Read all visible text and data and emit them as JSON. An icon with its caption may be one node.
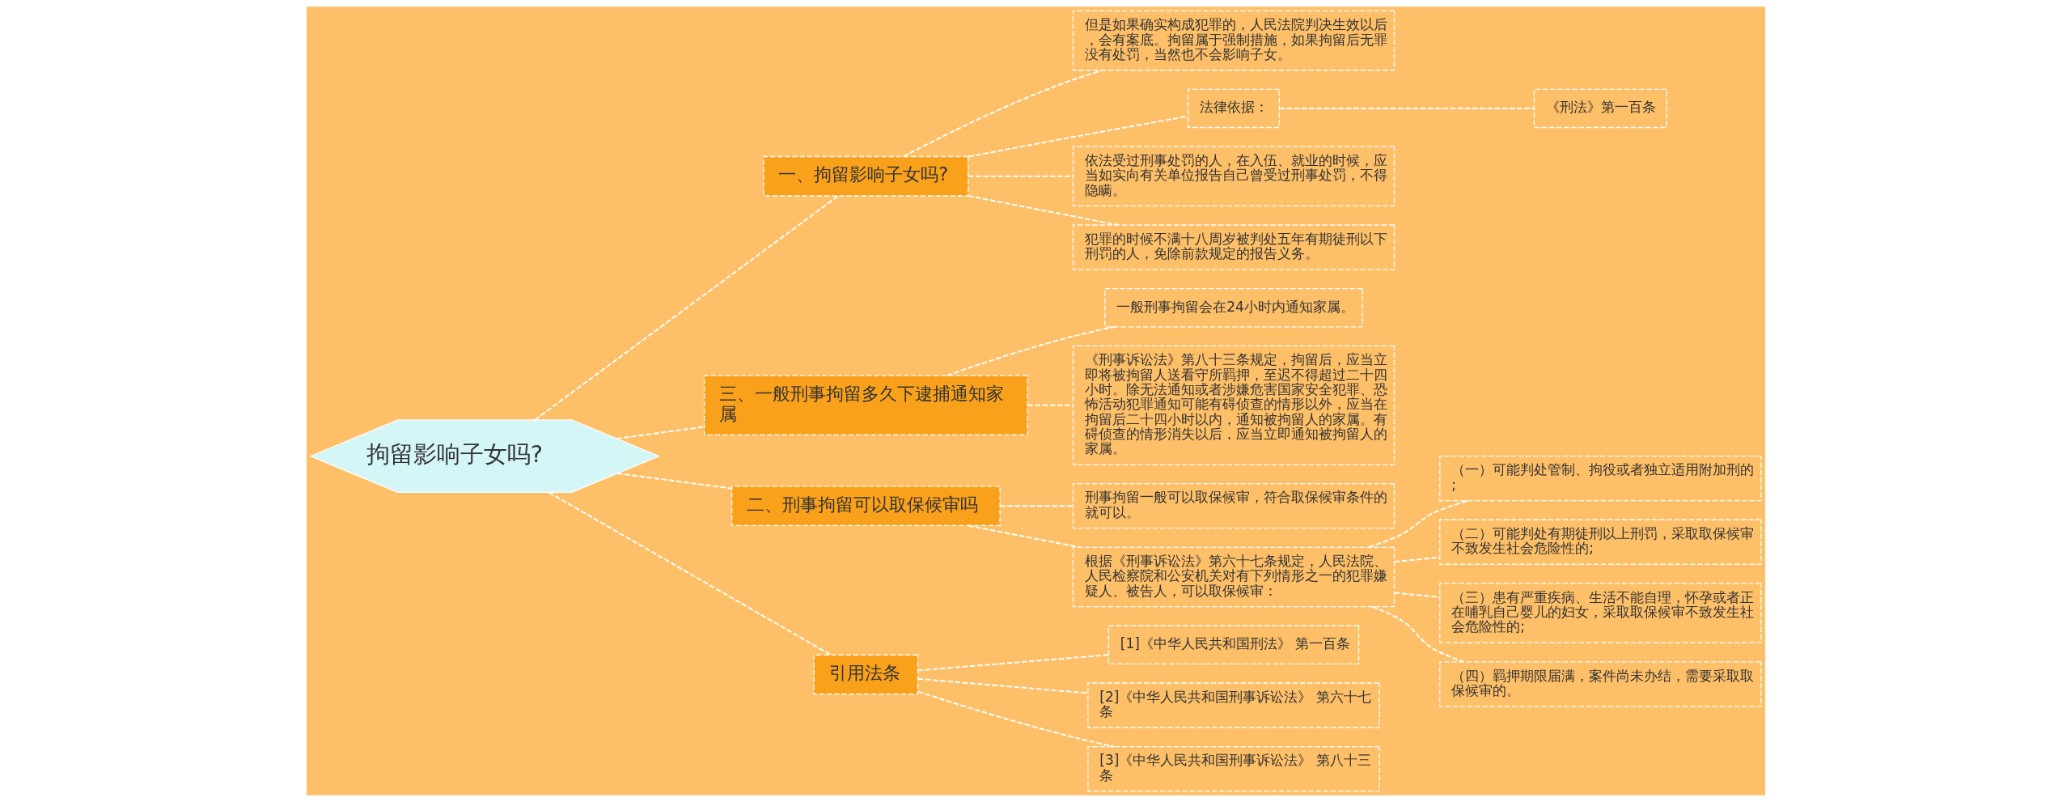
{
  "diagram": {
    "nodes": [
      {
        "text": [
          "拘留影响子女吗?"
        ]
      },
      {
        "text": [
          "一、拘留影响子女吗?"
        ]
      },
      {
        "text": [
          "但是如果确实构成犯罪的，人民法院判决生效以后，会有案底。拘留属于强制措施，如果拘留后无罪没有处罚，当然也不会影响子女。"
        ]
      },
      {
        "text": [
          "法律依据："
        ]
      },
      {
        "text": [
          "《刑法》第一百条"
        ]
      },
      {
        "text": [
          "依法受过刑事处罚的人，在入伍、就业的时候，应当如实向有关单位报告自己曾受过刑事处罚，不得隐瞒。"
        ]
      },
      {
        "text": [
          "犯罪的时候不满十八周岁被判处五年有期徒刑以下刑罚的人，免除前款规定的报告义务。"
        ]
      },
      {
        "text": [
          "三、一般刑事拘留多久下逮捕通知家属"
        ]
      },
      {
        "text": [
          "一般刑事拘留会在24小时内通知家属。"
        ]
      },
      {
        "text": [
          "《刑事诉讼法》第八十三条规定，拘留后，应当立即将被拘留人送看守所羁押，至迟不得超过二十四小时。除无法通知或者涉嫌危害国家安全犯罪、恐怖活动犯罪通知可能有碍侦查的情形以外，应当在拘留后二十四小时以内，通知被拘留人的家属。有碍侦查的情形消失以后，应当立即通知被拘留人的家属。"
        ]
      },
      {
        "text": [
          "二、刑事拘留可以取保候审吗"
        ]
      },
      {
        "text": [
          "刑事拘留一般可以取保候审，符合取保候审条件的就可以。"
        ]
      },
      {
        "text": [
          "根据《刑事诉讼法》第六十七条规定，人民法院、人民检察院和公安机关对有下列情形之一的犯罪嫌疑人、被告人，可以取保候审："
        ]
      },
      {
        "text": [
          "（一）可能判处管制、拘役或者独立适用附加刑的;"
        ]
      },
      {
        "text": [
          "（二）可能判处有期徒刑以上刑罚，采取取保候审不致发生社会危险性的;"
        ]
      },
      {
        "text": [
          "（三）患有严重疾病、生活不能自理，怀孕或者正在哺乳自己婴儿的妇女，采取取保候审不致发生社会危险性的;"
        ]
      },
      {
        "text": [
          "（四）羁押期限届满，案件尚未办结，需要采取取保候审的。"
        ]
      },
      {
        "text": [
          "引用法条"
        ]
      },
      {
        "text": [
          "[1]《中华人民共和国刑法》 第一百条"
        ]
      },
      {
        "text": [
          "[2]《中华人民共和国刑事诉讼法》 第六十七条"
        ]
      },
      {
        "text": [
          "[3]《中华人民共和国刑事诉讼法》 第八十三条"
        ]
      }
    ],
    "edges": [
      {
        "from": 0,
        "to": 1,
        "arrow": "none"
      },
      {
        "from": 1,
        "to": 2,
        "arrow": "none"
      },
      {
        "from": 1,
        "to": 3,
        "arrow": "none"
      },
      {
        "from": 3,
        "to": 4,
        "arrow": "none"
      },
      {
        "from": 1,
        "to": 5,
        "arrow": "none"
      },
      {
        "from": 1,
        "to": 6,
        "arrow": "none"
      },
      {
        "from": 0,
        "to": 7,
        "arrow": "none"
      },
      {
        "from": 7,
        "to": 8,
        "arrow": "none"
      },
      {
        "from": 7,
        "to": 9,
        "arrow": "none"
      },
      {
        "from": 0,
        "to": 10,
        "arrow": "none"
      },
      {
        "from": 10,
        "to": 11,
        "arrow": "none"
      },
      {
        "from": 10,
        "to": 12,
        "arrow": "none"
      },
      {
        "from": 12,
        "to": 13,
        "arrow": "none"
      },
      {
        "from": 12,
        "to": 14,
        "arrow": "none"
      },
      {
        "from": 12,
        "to": 15,
        "arrow": "none"
      },
      {
        "from": 12,
        "to": 16,
        "arrow": "none"
      },
      {
        "from": 0,
        "to": 17,
        "arrow": "none"
      },
      {
        "from": 17,
        "to": 18,
        "arrow": "none"
      },
      {
        "from": 17,
        "to": 19,
        "arrow": "none"
      },
      {
        "from": 17,
        "to": 20,
        "arrow": "none"
      }
    ]
  }
}
